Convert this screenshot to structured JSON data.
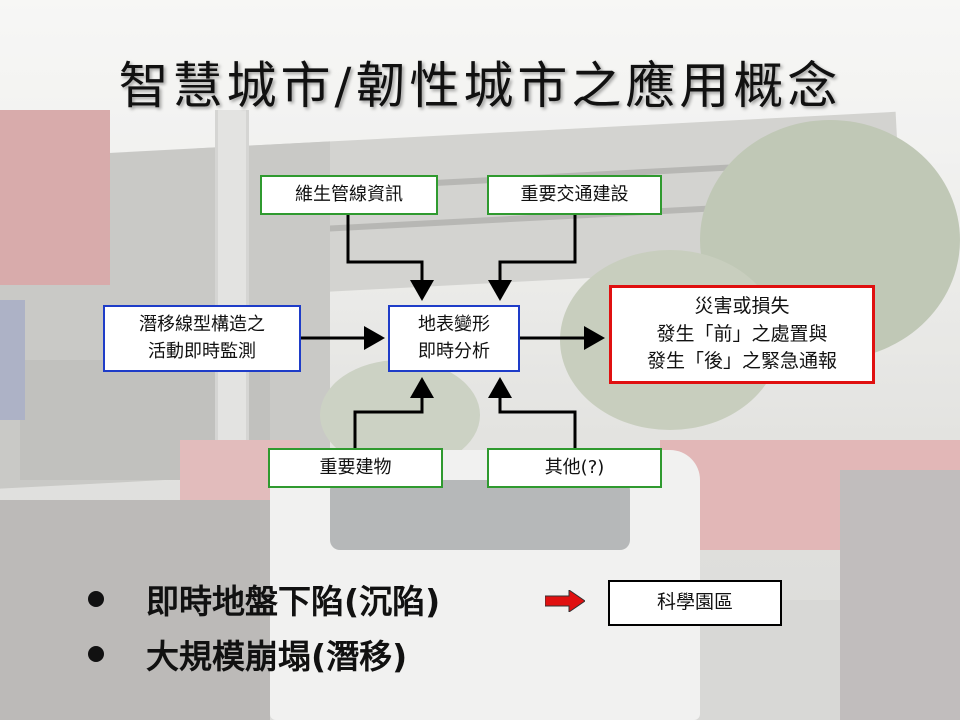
{
  "title": "智慧城市/韌性城市之應用概念",
  "diagram": {
    "top_left": "維生管線資訊",
    "top_right": "重要交通建設",
    "left_line1": "潛移線型構造之",
    "left_line2": "活動即時監測",
    "center_line1": "地表變形",
    "center_line2": "即時分析",
    "outcome_line1": "災害或損失",
    "outcome_line2": "發生「前」之處置與",
    "outcome_line3": "發生「後」之緊急通報",
    "bottom_left": "重要建物",
    "bottom_right": "其他(?)"
  },
  "bullets": {
    "item1": "即時地盤下陷(沉陷)",
    "item2": "大規模崩塌(潛移)",
    "linked_box": "科學園區"
  },
  "colors": {
    "green_border": "#2f9a2f",
    "blue_border": "#1e3cc8",
    "red_border": "#e01010",
    "arrow_red": "#e01010"
  }
}
